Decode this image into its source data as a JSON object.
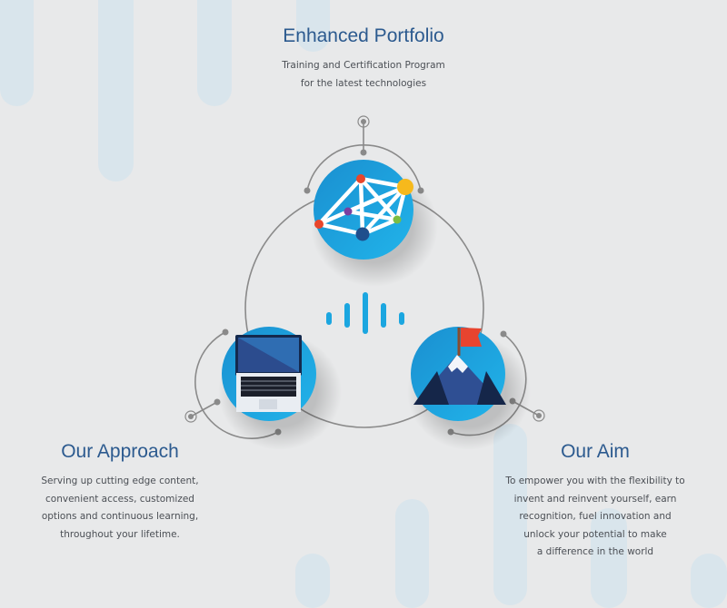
{
  "header": {
    "title": "Enhanced Portfolio",
    "subtitle_line1": "Training and Certification Program",
    "subtitle_line2": "for the latest technologies"
  },
  "left_section": {
    "title": "Our Approach",
    "lines": [
      "Serving up cutting edge content,",
      "convenient access, customized",
      "options and continuous learning,",
      "throughout your lifetime."
    ]
  },
  "right_section": {
    "title": "Our Aim",
    "lines": [
      "To empower you with the flexibility to",
      "invent and reinvent yourself, earn",
      "recognition, fuel innovation and",
      "unlock your potential to make",
      "a difference in the world"
    ]
  },
  "icons": {
    "top": "network-icon",
    "left": "laptop-icon",
    "right": "mountain-flag-icon",
    "center": "cisco-bars-logo"
  },
  "colors": {
    "background": "#e8e9ea",
    "title": "#2c5a8f",
    "body_text": "#4b4f55",
    "accent_blue": "#1ba6e0",
    "stripe": "#d9e5ec",
    "connector": "#8a8a8a"
  }
}
